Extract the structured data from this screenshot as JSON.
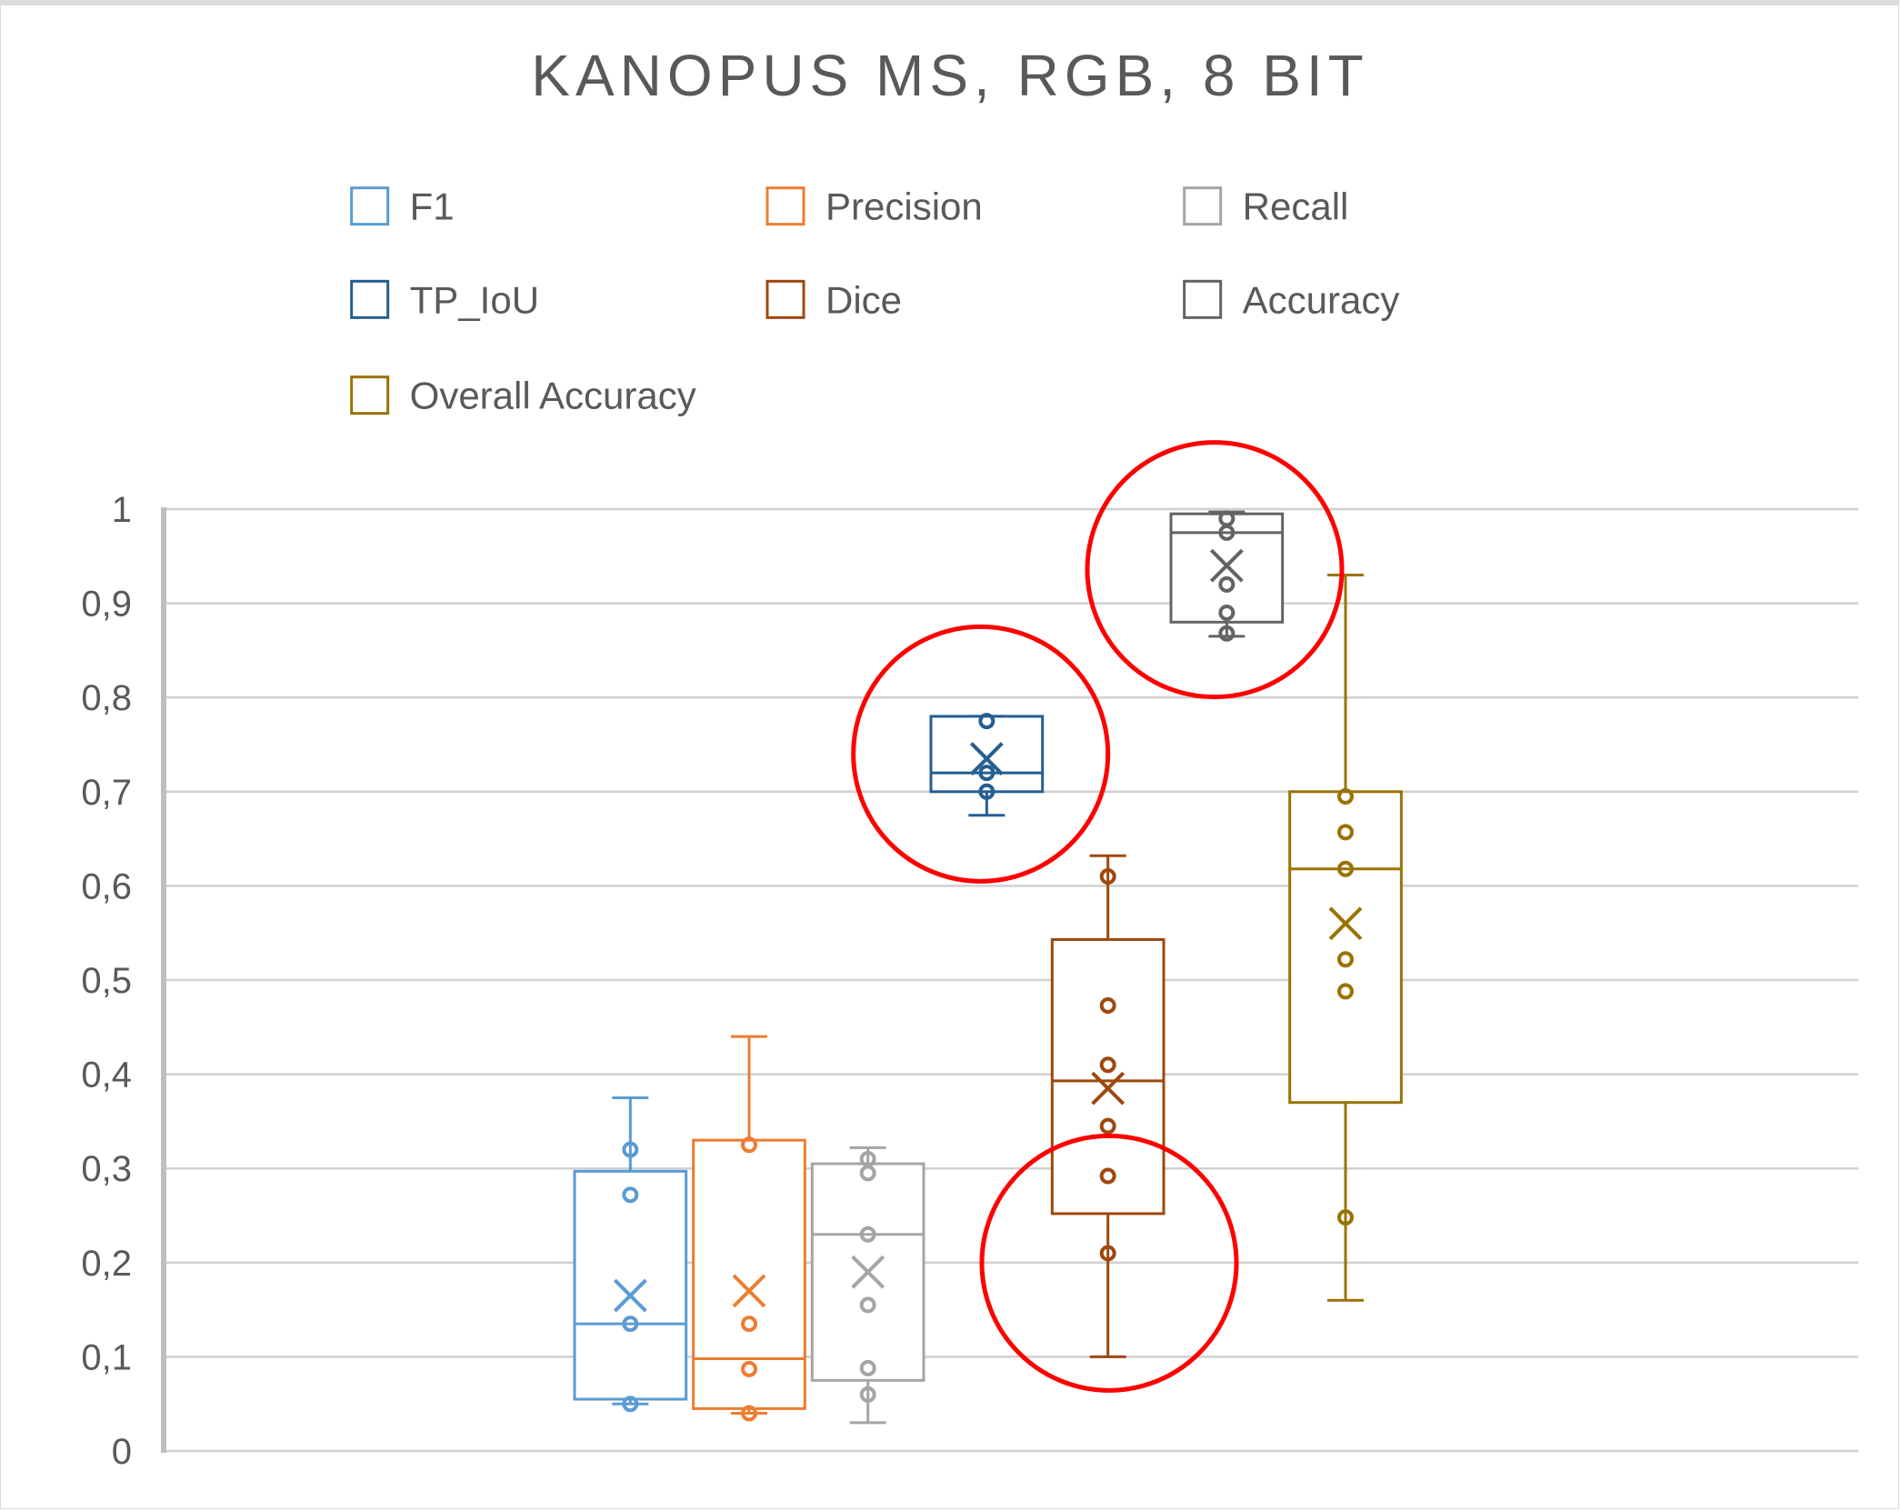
{
  "chart_data": {
    "type": "boxplot",
    "title": "KANOPUS MS, RGB, 8 BIT",
    "xlabel": "",
    "ylabel": "",
    "ylim": [
      0,
      1
    ],
    "yticks": [
      "0",
      "0,1",
      "0,2",
      "0,3",
      "0,4",
      "0,5",
      "0,6",
      "0,7",
      "0,8",
      "0,9",
      "1"
    ],
    "grid": true,
    "legend_position": "top",
    "series": [
      {
        "name": "F1",
        "color": "#5b9bd5",
        "whisker_low": 0.05,
        "q1": 0.055,
        "median": 0.135,
        "q3": 0.297,
        "whisker_high": 0.375,
        "mean": 0.165,
        "points": [
          0.32,
          0.272,
          0.135,
          0.05
        ]
      },
      {
        "name": "Precision",
        "color": "#ed7d31",
        "whisker_low": 0.04,
        "q1": 0.045,
        "median": 0.098,
        "q3": 0.33,
        "whisker_high": 0.44,
        "mean": 0.17,
        "points": [
          0.325,
          0.135,
          0.087,
          0.04
        ]
      },
      {
        "name": "Recall",
        "color": "#a5a5a5",
        "whisker_low": 0.03,
        "q1": 0.075,
        "median": 0.23,
        "q3": 0.305,
        "whisker_high": 0.322,
        "mean": 0.19,
        "points": [
          0.31,
          0.295,
          0.23,
          0.155,
          0.088,
          0.06
        ]
      },
      {
        "name": "TP_IoU",
        "color": "#255e91",
        "whisker_low": 0.675,
        "q1": 0.7,
        "median": 0.72,
        "q3": 0.78,
        "whisker_high": 0.78,
        "mean": 0.735,
        "points": [
          0.775,
          0.72,
          0.7
        ]
      },
      {
        "name": "Dice",
        "color": "#9e480e",
        "whisker_low": 0.1,
        "q1": 0.252,
        "median": 0.393,
        "q3": 0.543,
        "whisker_high": 0.632,
        "mean": 0.385,
        "points": [
          0.61,
          0.473,
          0.41,
          0.345,
          0.292,
          0.21
        ]
      },
      {
        "name": "Accuracy",
        "color": "#636363",
        "whisker_low": 0.865,
        "q1": 0.88,
        "median": 0.975,
        "q3": 0.995,
        "whisker_high": 0.997,
        "mean": 0.94,
        "points": [
          0.99,
          0.975,
          0.92,
          0.89,
          0.868
        ]
      },
      {
        "name": "Overall Accuracy",
        "color": "#997300",
        "whisker_low": 0.16,
        "q1": 0.37,
        "median": 0.618,
        "q3": 0.7,
        "whisker_high": 0.93,
        "mean": 0.56,
        "points": [
          0.695,
          0.657,
          0.618,
          0.522,
          0.488,
          0.248
        ]
      }
    ],
    "annotations": [
      {
        "type": "circle",
        "color": "#ff0000",
        "target": "TP_IoU",
        "center_value": 0.72
      },
      {
        "type": "circle",
        "color": "#ff0000",
        "target": "Accuracy",
        "center_value": 0.94
      },
      {
        "type": "circle",
        "color": "#ff0000",
        "target": "Dice lower range",
        "center_value": 0.2
      }
    ]
  }
}
